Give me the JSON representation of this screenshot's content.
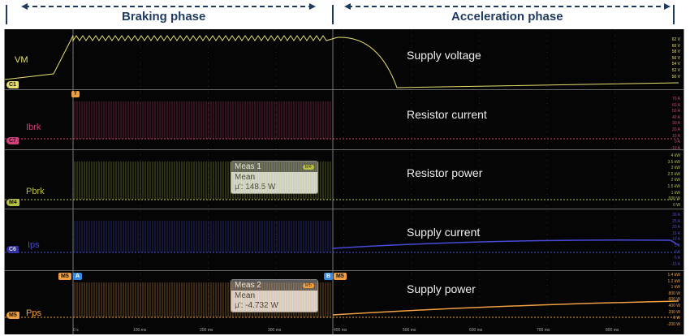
{
  "phases": [
    {
      "label": "Braking phase"
    },
    {
      "label": "Acceleration phase"
    }
  ],
  "channels": [
    {
      "id": "vm",
      "name": "VM",
      "badge": "C1",
      "color": "#e8e070",
      "annotation": "Supply voltage",
      "scale": [
        "62 V",
        "60 V",
        "58 V",
        "56 V",
        "54 V",
        "52 V",
        "50 V"
      ]
    },
    {
      "id": "ibrk",
      "name": "Ibrk",
      "badge": "C7",
      "color": "#d0407a",
      "annotation": "Resistor current",
      "scale": [
        "70 A",
        "60 A",
        "50 A",
        "40 A",
        "30 A",
        "20 A",
        "10 A",
        "0 A",
        "-10 A"
      ]
    },
    {
      "id": "pbrk",
      "name": "Pbrk",
      "badge": "M4",
      "color": "#b8c040",
      "annotation": "Resistor power",
      "scale": [
        "4 kW",
        "3.5 kW",
        "3 kW",
        "2.5 kW",
        "2 kW",
        "1.5 kW",
        "1 kW",
        "500 W",
        "0 W"
      ]
    },
    {
      "id": "ips",
      "name": "Ips",
      "badge": "C6",
      "color": "#4a4ad8",
      "annotation": "Supply current",
      "scale": [
        "30 A",
        "25 A",
        "20 A",
        "15 A",
        "10 A",
        "5 A",
        "0 A",
        "-5 A",
        "-10 A"
      ]
    },
    {
      "id": "pps",
      "name": "Pps",
      "badge": "M5",
      "color": "#f0a040",
      "annotation": "Supply power",
      "scale": [
        "1.4 kW",
        "1.2 kW",
        "1 kW",
        "800 W",
        "600 W",
        "400 W",
        "200 W",
        "0 W",
        "-200 W"
      ]
    }
  ],
  "measurements": [
    {
      "title": "Meas 1",
      "source": "M4",
      "stat": "Mean",
      "value": "µ': 148.5 W"
    },
    {
      "title": "Meas 2",
      "source": "M5",
      "stat": "Mean",
      "value": "µ': -4.732 W"
    }
  ],
  "cursors": {
    "a": "A",
    "b": "B",
    "math_tag": "M5",
    "trigger": "T"
  },
  "x_ticks": [
    "0 s",
    "100 ms",
    "200 ms",
    "300 ms",
    "400 ms",
    "500 ms",
    "600 ms",
    "700 ms",
    "800 ms"
  ]
}
